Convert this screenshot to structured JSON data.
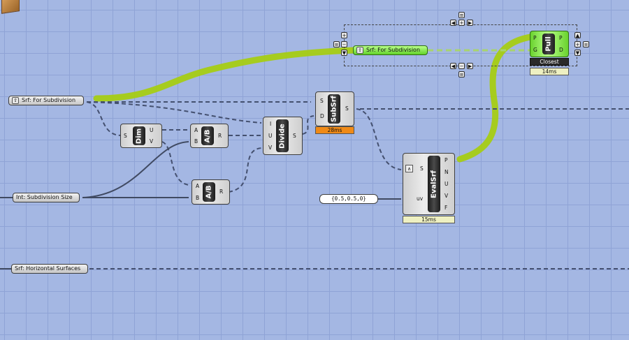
{
  "params": {
    "srf_subdivision_left": "Srf: For Subdivision",
    "srf_subdivision_right": "Srf: For Subdivision",
    "int_subdivision_size": "Int: Subdivision Size",
    "srf_horizontal": "Srf: Horizontal Surfaces",
    "uv_panel": "{0.5,0.5,0}"
  },
  "components": {
    "dim": {
      "name": "Dim",
      "inputs": [
        "S"
      ],
      "outputs": [
        "U",
        "V"
      ]
    },
    "ab1": {
      "name": "A/B",
      "inputs": [
        "A",
        "B"
      ],
      "outputs": [
        "R"
      ]
    },
    "ab2": {
      "name": "A/B",
      "inputs": [
        "A",
        "B"
      ],
      "outputs": [
        "R"
      ]
    },
    "divide": {
      "name": "Divide",
      "inputs": [
        "I",
        "U",
        "V"
      ],
      "outputs": [
        "S"
      ]
    },
    "subsrf": {
      "name": "SubSrf",
      "inputs": [
        "S",
        "D"
      ],
      "outputs": [
        "S"
      ],
      "time": "28ms"
    },
    "evalsrf": {
      "name": "EvalSrf",
      "inputs": [
        "S",
        "uv"
      ],
      "outputs": [
        "P",
        "N",
        "U",
        "V",
        "F"
      ],
      "time": "15ms"
    },
    "pull": {
      "name": "Pull",
      "inputs": [
        "P",
        "G"
      ],
      "outputs": [
        "P",
        "D"
      ],
      "mode": "Closest",
      "time": "14ms"
    }
  },
  "colors": {
    "canvas": "#a4b7e3",
    "selected_wire": "#a6cc14",
    "component_green": "#7fe03f"
  }
}
